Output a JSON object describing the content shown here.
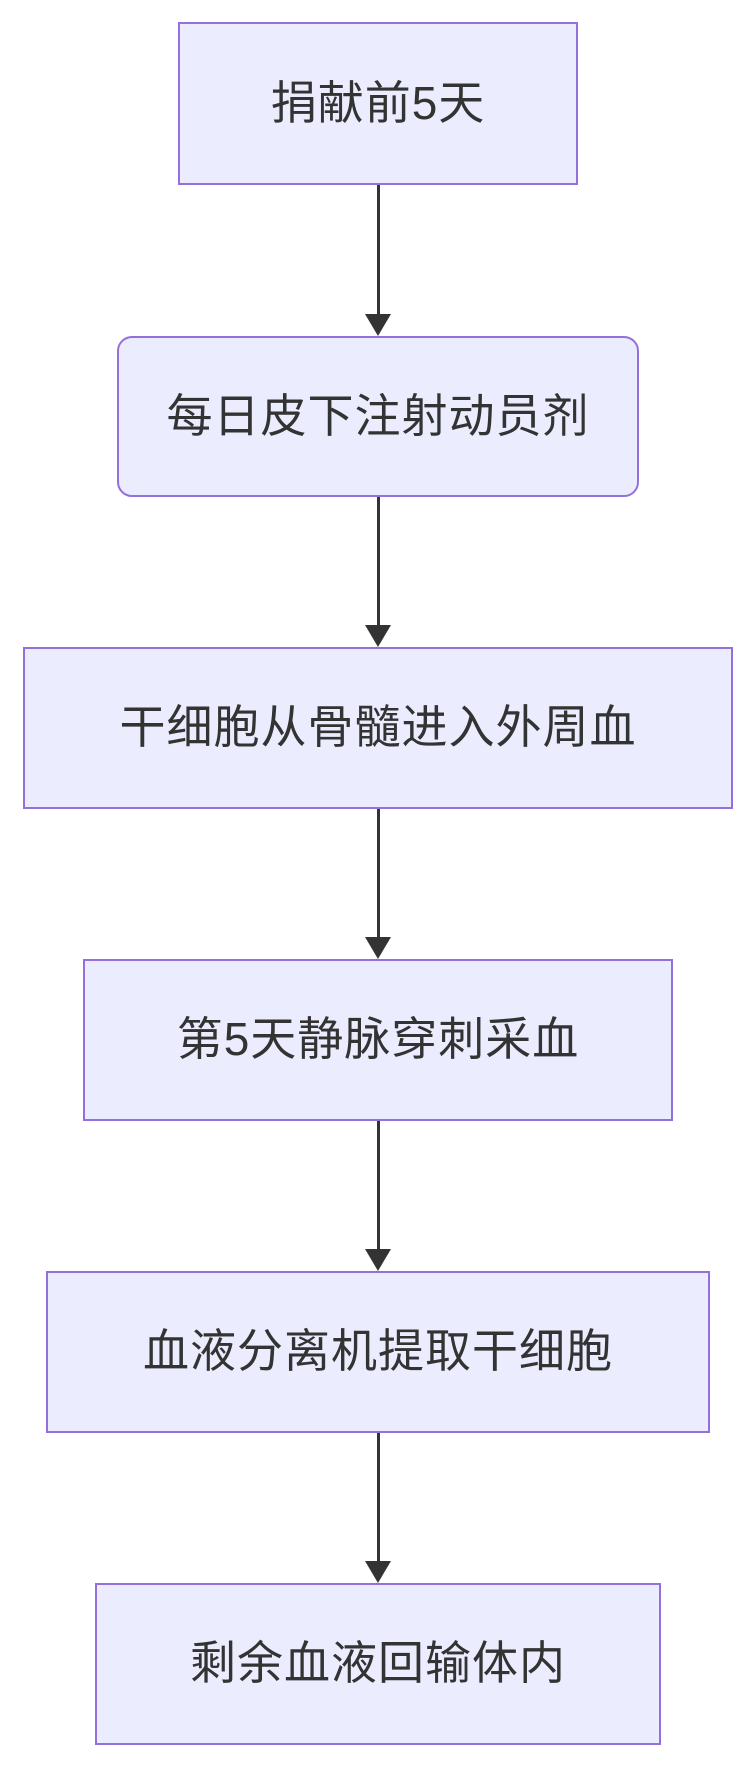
{
  "diagram": {
    "type": "flowchart",
    "direction": "top-down",
    "nodes": [
      {
        "id": "A",
        "label": "捐献前5天",
        "shape": "rect"
      },
      {
        "id": "B",
        "label": "每日皮下注射动员剂",
        "shape": "rounded-rect"
      },
      {
        "id": "C",
        "label": "干细胞从骨髓进入外周血",
        "shape": "rect"
      },
      {
        "id": "D",
        "label": "第5天静脉穿刺采血",
        "shape": "rect"
      },
      {
        "id": "E",
        "label": "血液分离机提取干细胞",
        "shape": "rect"
      },
      {
        "id": "F",
        "label": "剩余血液回输体内",
        "shape": "rect"
      }
    ],
    "edges": [
      {
        "from": "A",
        "to": "B"
      },
      {
        "from": "B",
        "to": "C"
      },
      {
        "from": "C",
        "to": "D"
      },
      {
        "from": "D",
        "to": "E"
      },
      {
        "from": "E",
        "to": "F"
      }
    ],
    "colors": {
      "node_fill": "#ECECFF",
      "node_border": "#9370DB",
      "arrow": "#333333",
      "text": "#333333",
      "background": "#FFFFFF"
    }
  }
}
